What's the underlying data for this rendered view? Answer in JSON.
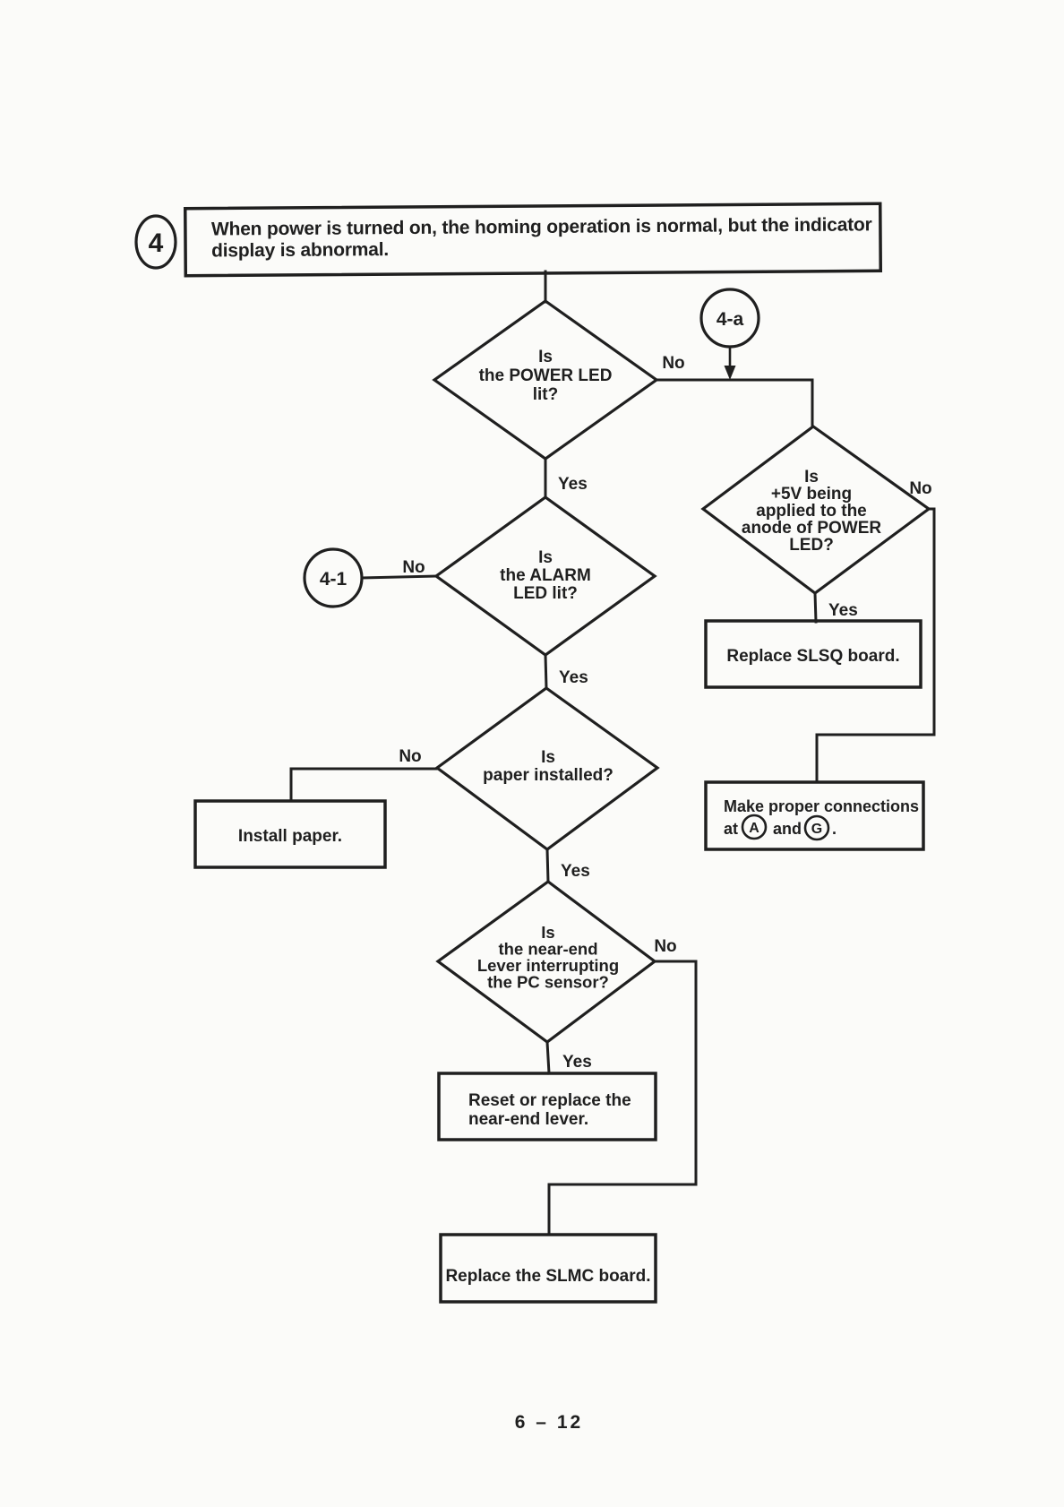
{
  "page": {
    "number": "6 – 12",
    "ink": "#1f1f1f",
    "paper": "#fbfbf9"
  },
  "flow": {
    "step_badge": "4",
    "title_lines": [
      "When power is turned on, the homing operation is normal, but the indicator",
      "display is abnormal."
    ],
    "labels": {
      "yes": "Yes",
      "no": "No"
    },
    "connectors": {
      "to_4a": "4-a",
      "to_41": "4-1"
    },
    "decisions": {
      "power_led": {
        "lines": [
          "Is",
          "the POWER LED",
          "lit?"
        ]
      },
      "alarm_led": {
        "lines": [
          "Is",
          "the ALARM",
          "LED lit?"
        ]
      },
      "paper_installed": {
        "lines": [
          "Is",
          "paper installed?"
        ]
      },
      "near_end_lever": {
        "lines": [
          "Is",
          "the near-end",
          "Lever interrupting",
          "the PC sensor?"
        ]
      },
      "plus_5v": {
        "lines": [
          "Is",
          "+5V being",
          "applied to the",
          "anode of POWER",
          "LED?"
        ]
      }
    },
    "actions": {
      "install_paper": {
        "lines": [
          "Install paper."
        ]
      },
      "reset_lever": {
        "lines": [
          "Reset or replace the",
          "near-end lever."
        ]
      },
      "replace_slmc": {
        "lines": [
          "Replace the SLMC board."
        ]
      },
      "replace_slsq": {
        "lines": [
          "Replace SLSQ board."
        ]
      },
      "connections": {
        "line1": "Make proper connections",
        "at": "at",
        "point_a": "A",
        "and": "and",
        "point_g": "G",
        "period": "."
      }
    },
    "edges": [
      {
        "from": "power_led",
        "label": "No",
        "to": "plus_5v",
        "via": "4-a"
      },
      {
        "from": "power_led",
        "label": "Yes",
        "to": "alarm_led"
      },
      {
        "from": "alarm_led",
        "label": "No",
        "to": "4-1"
      },
      {
        "from": "alarm_led",
        "label": "Yes",
        "to": "paper_installed"
      },
      {
        "from": "paper_installed",
        "label": "No",
        "to": "install_paper"
      },
      {
        "from": "paper_installed",
        "label": "Yes",
        "to": "near_end_lever"
      },
      {
        "from": "near_end_lever",
        "label": "No",
        "to": "replace_slmc"
      },
      {
        "from": "near_end_lever",
        "label": "Yes",
        "to": "reset_lever"
      },
      {
        "from": "plus_5v",
        "label": "No",
        "to": "connections"
      },
      {
        "from": "plus_5v",
        "label": "Yes",
        "to": "replace_slsq"
      }
    ]
  }
}
